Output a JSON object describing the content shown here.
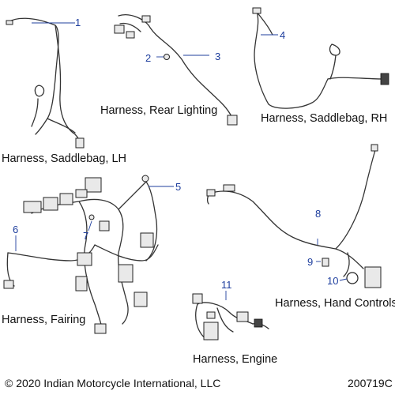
{
  "callouts": [
    "1",
    "2",
    "3",
    "4",
    "5",
    "6",
    "7",
    "8",
    "9",
    "10",
    "11"
  ],
  "labels": {
    "saddlebag_lh": "Harness, Saddlebag, LH",
    "rear_lighting": "Harness, Rear Lighting",
    "saddlebag_rh": "Harness, Saddlebag, RH",
    "fairing": "Harness, Fairing",
    "hand_controls": "Harness, Hand Controls",
    "engine": "Harness, Engine"
  },
  "footer": {
    "copyright": "© 2020 Indian Motorcycle International, LLC",
    "figure_id": "200719C"
  },
  "colors": {
    "callout": "#1f3f9e",
    "line": "#333333"
  }
}
